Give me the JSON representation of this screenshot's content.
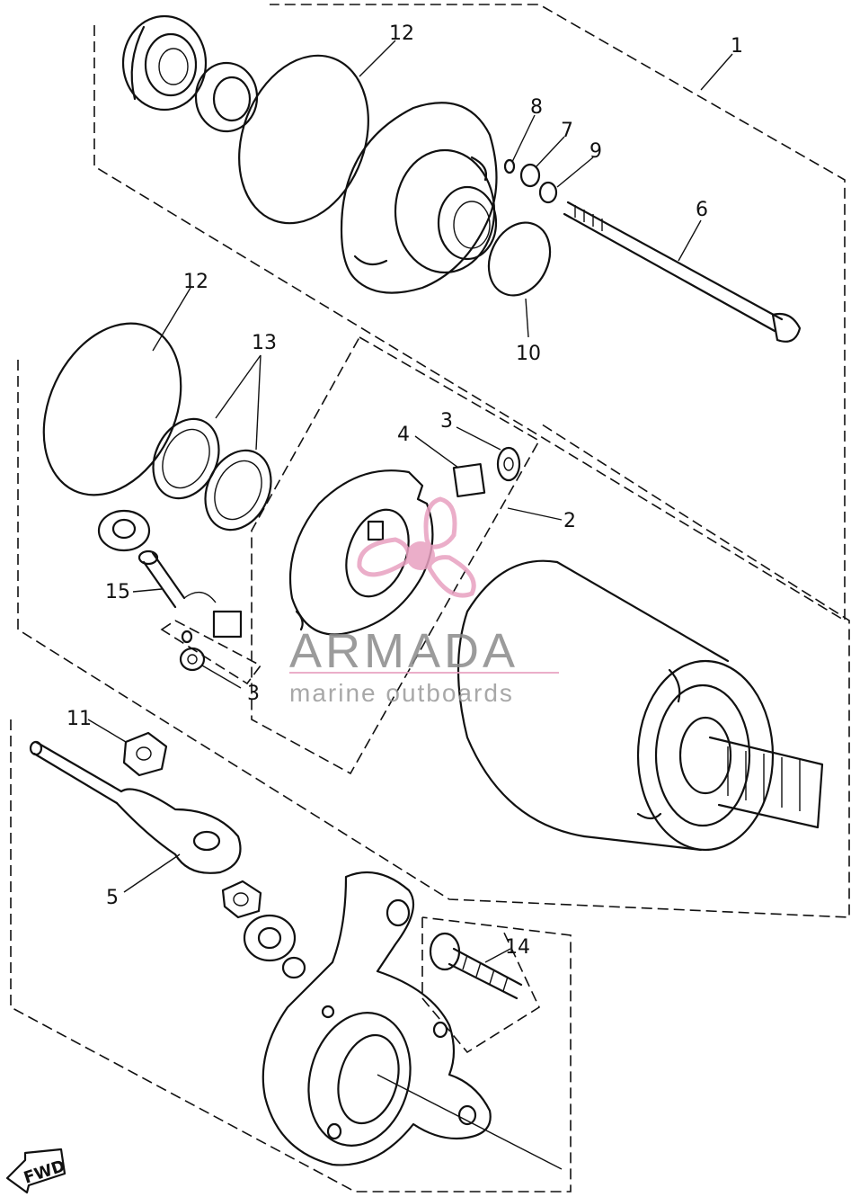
{
  "callouts": [
    {
      "id": "c1",
      "label": "1"
    },
    {
      "id": "c2",
      "label": "2"
    },
    {
      "id": "c3a",
      "label": "3"
    },
    {
      "id": "c3b",
      "label": "3"
    },
    {
      "id": "c4",
      "label": "4"
    },
    {
      "id": "c5",
      "label": "5"
    },
    {
      "id": "c6",
      "label": "6"
    },
    {
      "id": "c7",
      "label": "7"
    },
    {
      "id": "c8",
      "label": "8"
    },
    {
      "id": "c9",
      "label": "9"
    },
    {
      "id": "c10",
      "label": "10"
    },
    {
      "id": "c11",
      "label": "11"
    },
    {
      "id": "c12a",
      "label": "12"
    },
    {
      "id": "c12b",
      "label": "12"
    },
    {
      "id": "c13",
      "label": "13"
    },
    {
      "id": "c14",
      "label": "14"
    },
    {
      "id": "c15",
      "label": "15"
    }
  ],
  "watermark": {
    "brand": "ARMADA",
    "tagline": "marine outboards",
    "accent_color": "#e8a0c0",
    "text_color": "#8a8a8a"
  },
  "direction_badge": "FWD"
}
